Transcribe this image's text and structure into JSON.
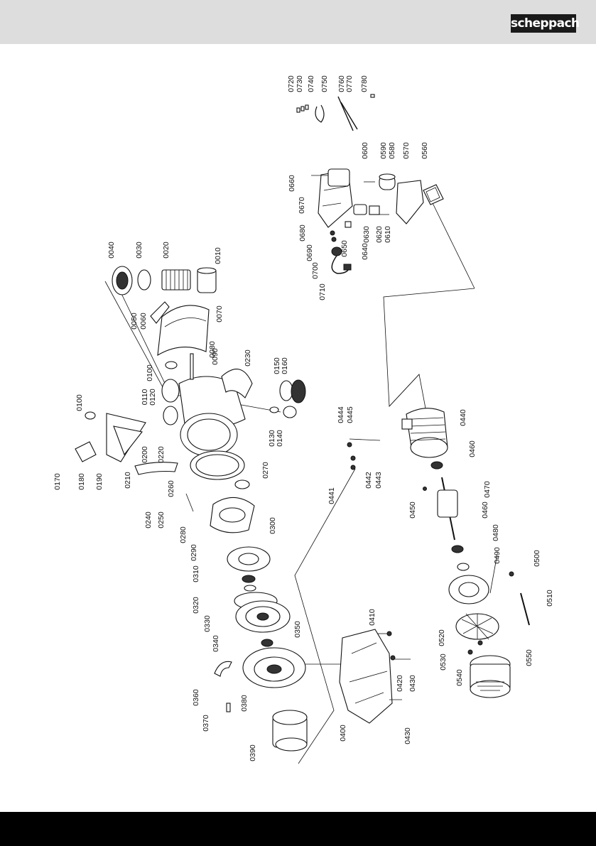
{
  "brand": {
    "logo_text": "scheppach"
  },
  "diagram": {
    "type": "exploded-parts-view",
    "part_labels": [
      "0010",
      "0020",
      "0030",
      "0040",
      "0050",
      "0060",
      "0070",
      "0080",
      "0090",
      "0100",
      "0100",
      "0110",
      "0120",
      "0130",
      "0140",
      "0150",
      "0160",
      "0170",
      "0180",
      "0190",
      "0200",
      "0210",
      "0220",
      "0230",
      "0240",
      "0250",
      "0260",
      "0270",
      "0280",
      "0290",
      "0300",
      "0310",
      "0320",
      "0330",
      "0340",
      "0350",
      "0360",
      "0370",
      "0380",
      "0390",
      "0400",
      "0410",
      "0420",
      "0430",
      "0430",
      "0440",
      "0441",
      "0442",
      "0443",
      "0444",
      "0445",
      "0450",
      "0460",
      "0460",
      "0470",
      "0480",
      "0490",
      "0500",
      "0510",
      "0520",
      "0530",
      "0540",
      "0550",
      "0560",
      "0570",
      "0580",
      "0590",
      "0600",
      "0610",
      "0620",
      "0630",
      "0640",
      "0650",
      "0660",
      "0670",
      "0680",
      "0690",
      "0700",
      "0710",
      "0720",
      "0730",
      "0740",
      "0750",
      "0760",
      "0770",
      "0780"
    ]
  }
}
